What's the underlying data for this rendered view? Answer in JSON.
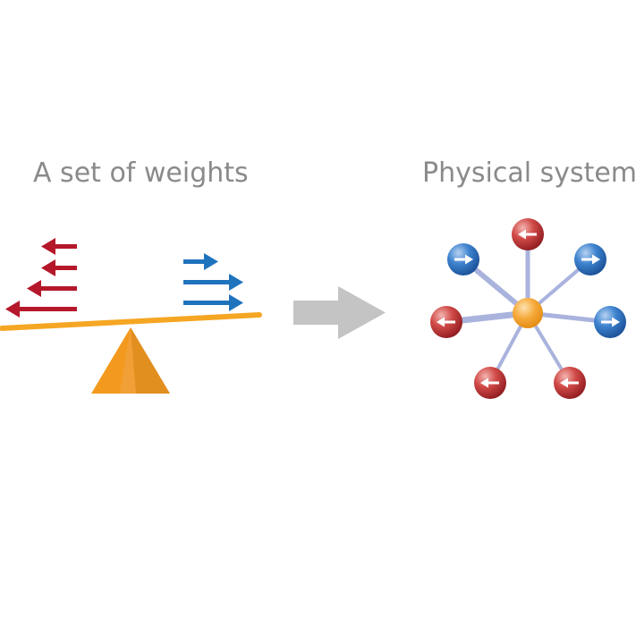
{
  "labels": {
    "left": "A set of weights",
    "right": "Physical system"
  },
  "colors": {
    "text": "#8a8a8a",
    "red_arrow": "#b5182b",
    "blue_arrow": "#1f73bd",
    "beam": "#f5a623",
    "fulcrum": "#f39a1e",
    "big_arrow": "#c4c4c4",
    "spoke": "#a9b3dd",
    "center_ball": "#f5a623",
    "red_ball": "#c0272d",
    "blue_ball": "#2a6fc0"
  },
  "diagram": {
    "balance": {
      "left_arrows": {
        "count": 4,
        "direction": "left",
        "color_key": "red_arrow"
      },
      "right_arrows": {
        "count": 3,
        "direction": "right",
        "color_key": "blue_arrow"
      }
    },
    "transition_arrow": {
      "direction": "right"
    },
    "network": {
      "center": "orange node",
      "nodes": [
        {
          "name": "top",
          "color": "red",
          "arrow": "left"
        },
        {
          "name": "top-right",
          "color": "blue",
          "arrow": "right"
        },
        {
          "name": "right",
          "color": "blue",
          "arrow": "right"
        },
        {
          "name": "bottom-right",
          "color": "red",
          "arrow": "left"
        },
        {
          "name": "bottom-left",
          "color": "red",
          "arrow": "left"
        },
        {
          "name": "left",
          "color": "red",
          "arrow": "left"
        },
        {
          "name": "top-left",
          "color": "blue",
          "arrow": "right"
        }
      ]
    }
  }
}
